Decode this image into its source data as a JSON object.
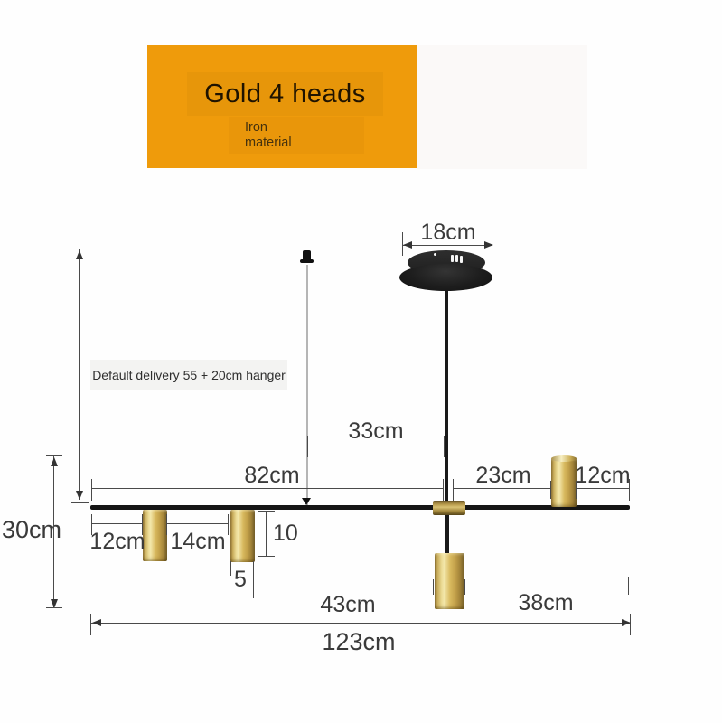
{
  "colors": {
    "tag_orange": "#EF9B0B",
    "gold_brass": "#D8B95E",
    "fixture_black": "#1B1B1B"
  },
  "tag": {
    "title": "Gold 4 heads",
    "material_line1": "Iron",
    "material_line2": "material"
  },
  "note": {
    "text": "Default delivery 55 + 20cm hanger"
  },
  "dimensions": {
    "canopy_width": "18cm",
    "fixture_height": "30cm",
    "wire_to_center": "33cm",
    "left_section": "82cm",
    "center_to_spot3": "23cm",
    "spot3_to_end": "12cm",
    "end_to_spot1": "12cm",
    "spot1_to_spot2": "14cm",
    "spot_drop": "10",
    "spot_width": "5",
    "spot2_to_center_spot": "43cm",
    "center_spot_to_end": "38cm",
    "total_length": "123cm"
  }
}
